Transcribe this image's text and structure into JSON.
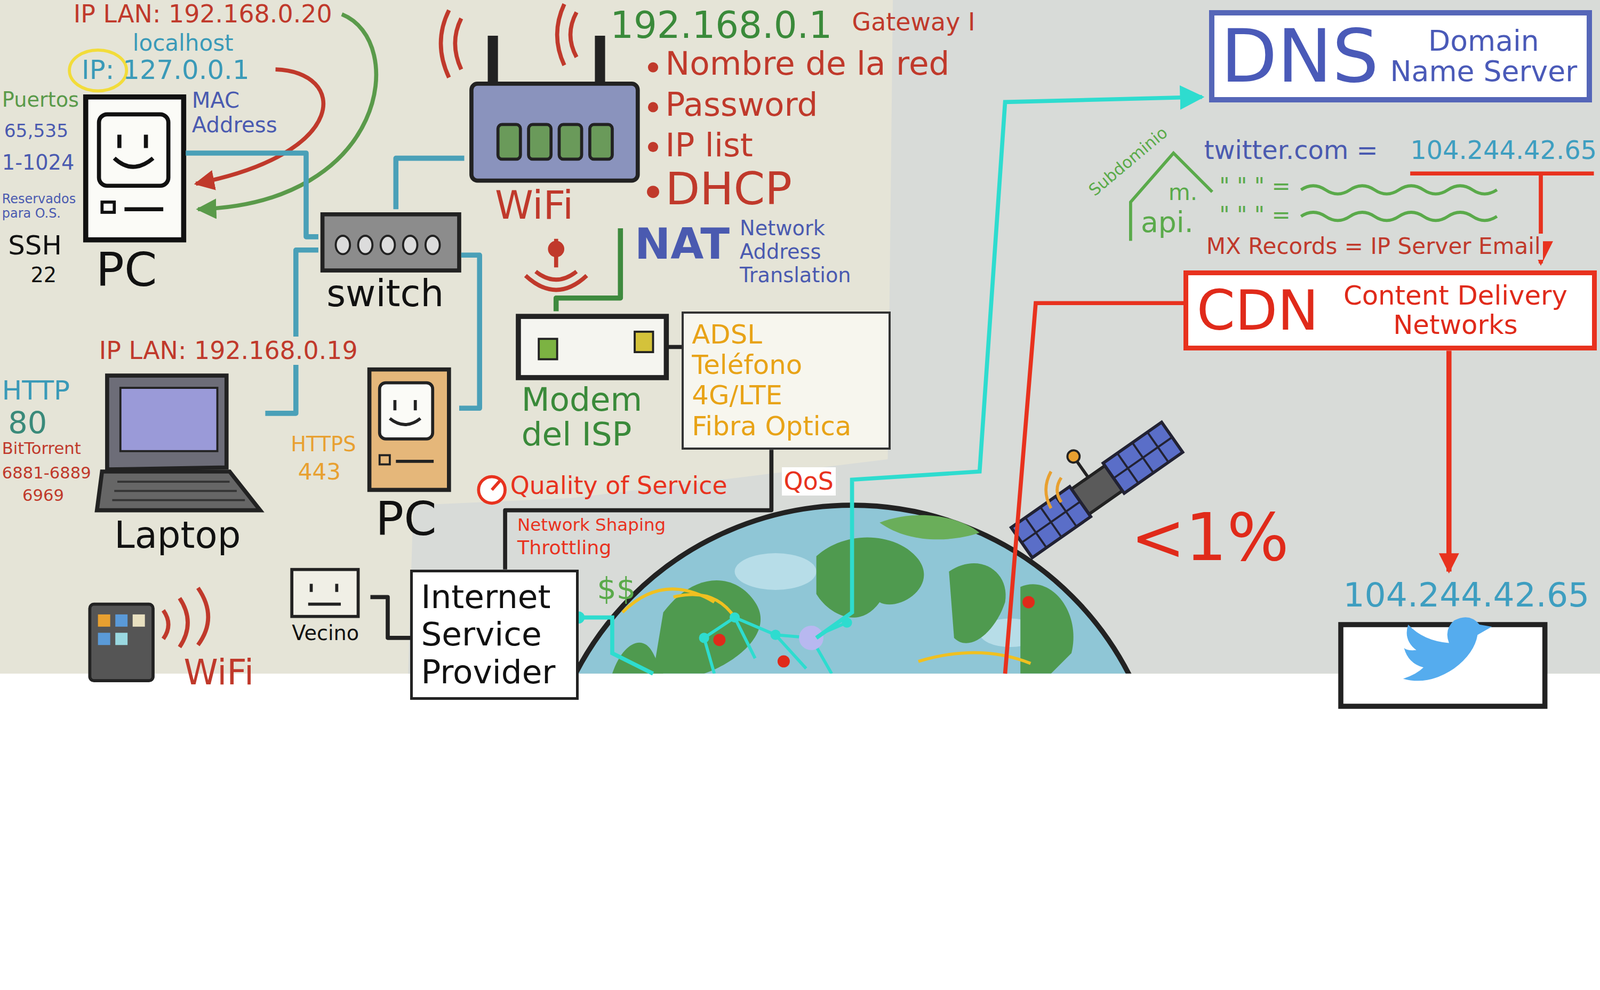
{
  "diagram": {
    "nodes": [
      {
        "text": [
          "PC"
        ]
      },
      {
        "text": [
          "WiFi"
        ]
      },
      {
        "text": [
          "DNS",
          "Domain Name Server"
        ]
      },
      {
        "text": [
          "switch"
        ]
      },
      {
        "text": [
          "Modem del ISP"
        ]
      },
      {
        "text": [
          "CDN",
          "Content Delivery Networks"
        ]
      },
      {
        "text": [
          "ADSL",
          "Teléfono",
          "4G/LTE",
          "Fibra Optica"
        ]
      },
      {
        "text": [
          "Laptop"
        ]
      },
      {
        "text": [
          "PC"
        ]
      },
      {
        "text": [
          "Vecino"
        ]
      },
      {
        "text": [
          "Internet Service Provider"
        ]
      },
      {
        "text": [
          "104.244.42.65"
        ]
      }
    ],
    "edges": [
      {
        "from": 0,
        "to": 3,
        "arrow": "none"
      },
      {
        "from": 7,
        "to": 3,
        "arrow": "none"
      },
      {
        "from": 8,
        "to": 3,
        "arrow": "none"
      },
      {
        "from": 3,
        "to": 1,
        "arrow": "none"
      },
      {
        "from": 1,
        "to": 4,
        "arrow": "none"
      },
      {
        "from": 4,
        "to": 6,
        "arrow": "none"
      },
      {
        "from": 6,
        "to": 10,
        "arrow": "none"
      },
      {
        "from": 9,
        "to": 10,
        "arrow": "none"
      },
      {
        "from": 5,
        "to": 11,
        "arrow": "to"
      }
    ],
    "labels": [
      "IP LAN: 192.168.0.20",
      "localhost",
      "IP: 127.0.0.1",
      "MAC Address",
      "Puertos",
      "65,535",
      "1-1024",
      "Reservados para O.S.",
      "SSH",
      "22",
      "192.168.0.1",
      "Gateway I",
      "Nombre de la red",
      "Password",
      "IP list",
      "DHCP",
      "NAT",
      "Network Address Translation",
      "IP LAN: 192.168.0.19",
      "HTTP",
      "80",
      "BitTorrent",
      "6881-6889",
      "6969",
      "HTTPS",
      "443",
      "Quality of Service",
      "QoS",
      "Network Shaping",
      "Throttling",
      "$$",
      "<1%",
      "Subdominio",
      "twitter.com =",
      "104.244.42.65",
      "m.",
      "\" \" \" =",
      "api.",
      "\" \" \" =",
      "MX Records = IP Server Email",
      "WiFi"
    ]
  }
}
